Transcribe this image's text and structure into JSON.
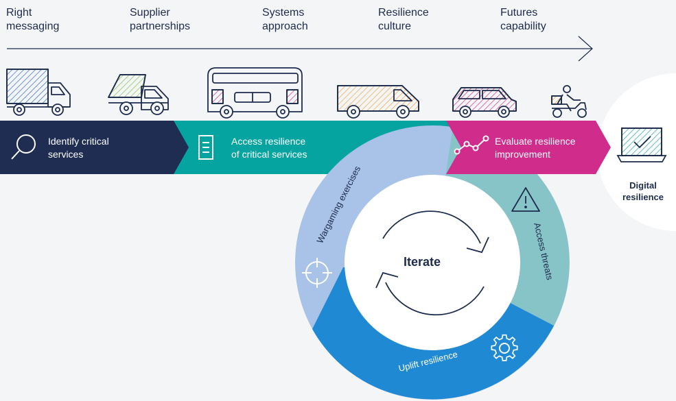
{
  "top_labels": [
    {
      "line1": "Right",
      "line2": "messaging"
    },
    {
      "line1": "Supplier",
      "line2": "partnerships"
    },
    {
      "line1": "Systems",
      "line2": "approach"
    },
    {
      "line1": "Resilience",
      "line2": "culture"
    },
    {
      "line1": "Futures",
      "line2": "capability"
    }
  ],
  "band": {
    "stage1": {
      "line1": "Identify critical",
      "line2": "services",
      "color": "#1f2d52",
      "icon": "search-icon"
    },
    "stage2": {
      "line1": "Access resilience",
      "line2": "of critical services",
      "color": "#06a4a0",
      "icon": "document-icon"
    },
    "stage3": {
      "line1": "Evaluate resilience",
      "line2": "improvement",
      "color": "#cf2c8b",
      "icon": "line-chart-icon"
    }
  },
  "digital": {
    "line1": "Digital",
    "line2": "resilience",
    "icon": "laptop-check-icon"
  },
  "cycle": {
    "center": "Iterate",
    "wargaming": "Wargaming exercises",
    "threats": "Access threats",
    "uplift": "Uplift resilience",
    "colors": {
      "wargaming": "#a8c3e7",
      "threats": "#86c4c8",
      "uplift": "#1f8ad3"
    }
  },
  "vehicles": [
    "box-truck-icon",
    "dump-truck-icon",
    "double-decker-bus-icon",
    "van-icon",
    "car-icon",
    "scooter-rider-icon"
  ]
}
